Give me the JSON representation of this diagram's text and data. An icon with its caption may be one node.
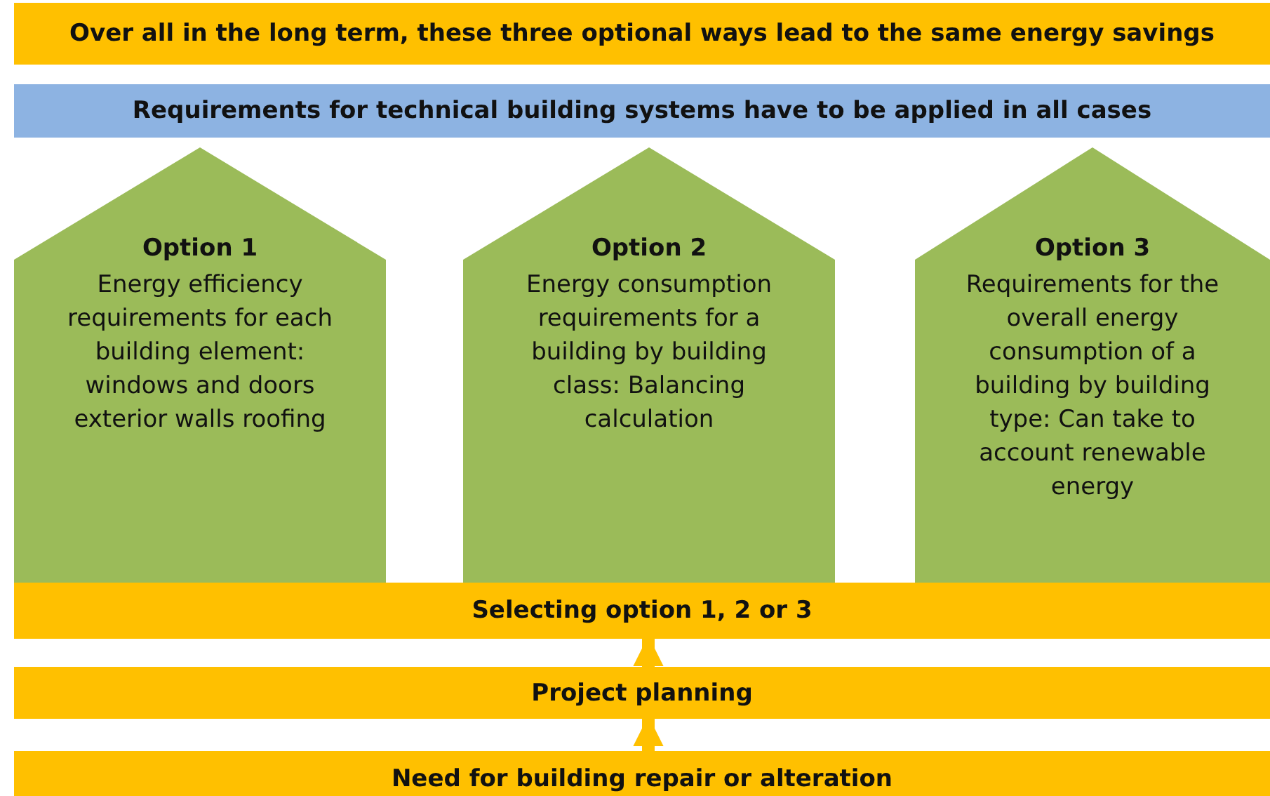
{
  "diagram": {
    "nodes": [
      {
        "text": [
          "Over all in the long term, these three optional ways lead to the same energy savings"
        ]
      },
      {
        "text": [
          "Requirements for technical building systems have to be applied in all cases"
        ]
      },
      {
        "text": [
          "Option 1",
          "Energy efficiency requirements for each building element: windows and doors exterior walls roofing"
        ]
      },
      {
        "text": [
          "Option 2",
          "Energy consumption requirements for a building by building class: Balancing calculation"
        ]
      },
      {
        "text": [
          "Option 3",
          "Requirements for the overall energy consumption of a building by building type: Can take to account renewable energy"
        ]
      },
      {
        "text": [
          "Selecting option 1, 2 or 3"
        ]
      },
      {
        "text": [
          "Project planning"
        ]
      },
      {
        "text": [
          "Need for building repair or alteration"
        ]
      }
    ],
    "edges": [
      {
        "from": 7,
        "to": 6,
        "arrow": "to"
      },
      {
        "from": 6,
        "to": 5,
        "arrow": "to"
      }
    ]
  }
}
